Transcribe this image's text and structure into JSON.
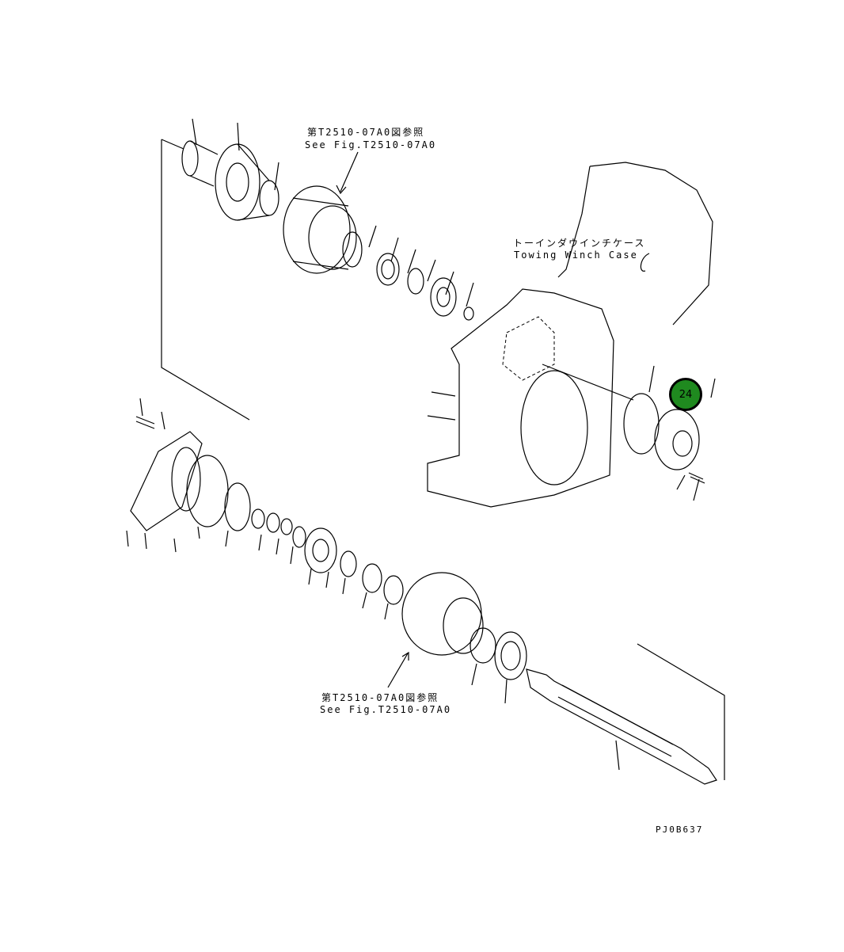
{
  "annotations": {
    "top_ref_jp": "第T2510-07A0図参照",
    "top_ref_en": "See Fig.T2510-07A0",
    "case_jp": "トーインダウインチケース",
    "case_en": "Towing Winch Case",
    "bottom_ref_jp": "第T2510-07A0図参照",
    "bottom_ref_en": "See Fig.T2510-07A0",
    "drawing_code": "PJ0B637"
  },
  "callouts": [
    {
      "label": "24",
      "color": "#1f8a1f"
    }
  ]
}
